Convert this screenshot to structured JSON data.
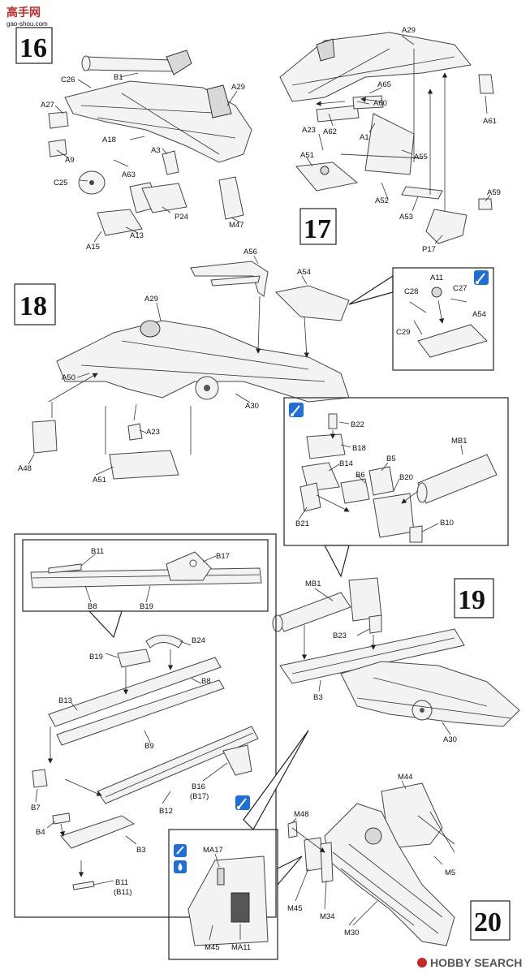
{
  "watermark": {
    "top_left_brand": "高手网",
    "top_left_url": "gao-shou.com",
    "bottom_right": "HOBBY SEARCH"
  },
  "steps": [
    "16",
    "17",
    "18",
    "19",
    "20"
  ],
  "step16": {
    "labels": [
      "B1",
      "C26",
      "A27",
      "A29",
      "A18",
      "A3",
      "A9",
      "A63",
      "C25",
      "P24",
      "M47",
      "A15",
      "A13"
    ]
  },
  "step17": {
    "labels": [
      "A29",
      "A65",
      "A60",
      "A62",
      "A23",
      "A1",
      "A51",
      "A55",
      "A61",
      "A52",
      "A59",
      "A53",
      "P17"
    ]
  },
  "step18": {
    "labels": [
      "A56",
      "A54",
      "A29",
      "A50",
      "A23",
      "A30",
      "A48",
      "A51"
    ],
    "inset": [
      "A11",
      "C28",
      "C27",
      "C29",
      "A54"
    ]
  },
  "step19": {
    "inset": [
      "B22",
      "B18",
      "B14",
      "B5",
      "MB1",
      "B6",
      "B20",
      "B21",
      "B10"
    ],
    "labels": [
      "MB1",
      "B23",
      "B3",
      "A30"
    ]
  },
  "step20_left": {
    "inset": [
      "B11",
      "B17",
      "B8",
      "B19"
    ],
    "labels": [
      "B24",
      "B19",
      "B8",
      "B13",
      "B9",
      "B7",
      "B16",
      "(B17)",
      "B12",
      "B4",
      "B3",
      "B11",
      "(B11)"
    ]
  },
  "step20": {
    "labels": [
      "M44",
      "M48",
      "M5",
      "M45",
      "M34",
      "M30"
    ],
    "inset": [
      "MA17",
      "M45",
      "MA11"
    ]
  },
  "colors": {
    "paint_icon": "#1e6fd9",
    "ink": "#111111"
  },
  "icons": [
    "paint-brush-icon",
    "paint-drop-icon"
  ]
}
